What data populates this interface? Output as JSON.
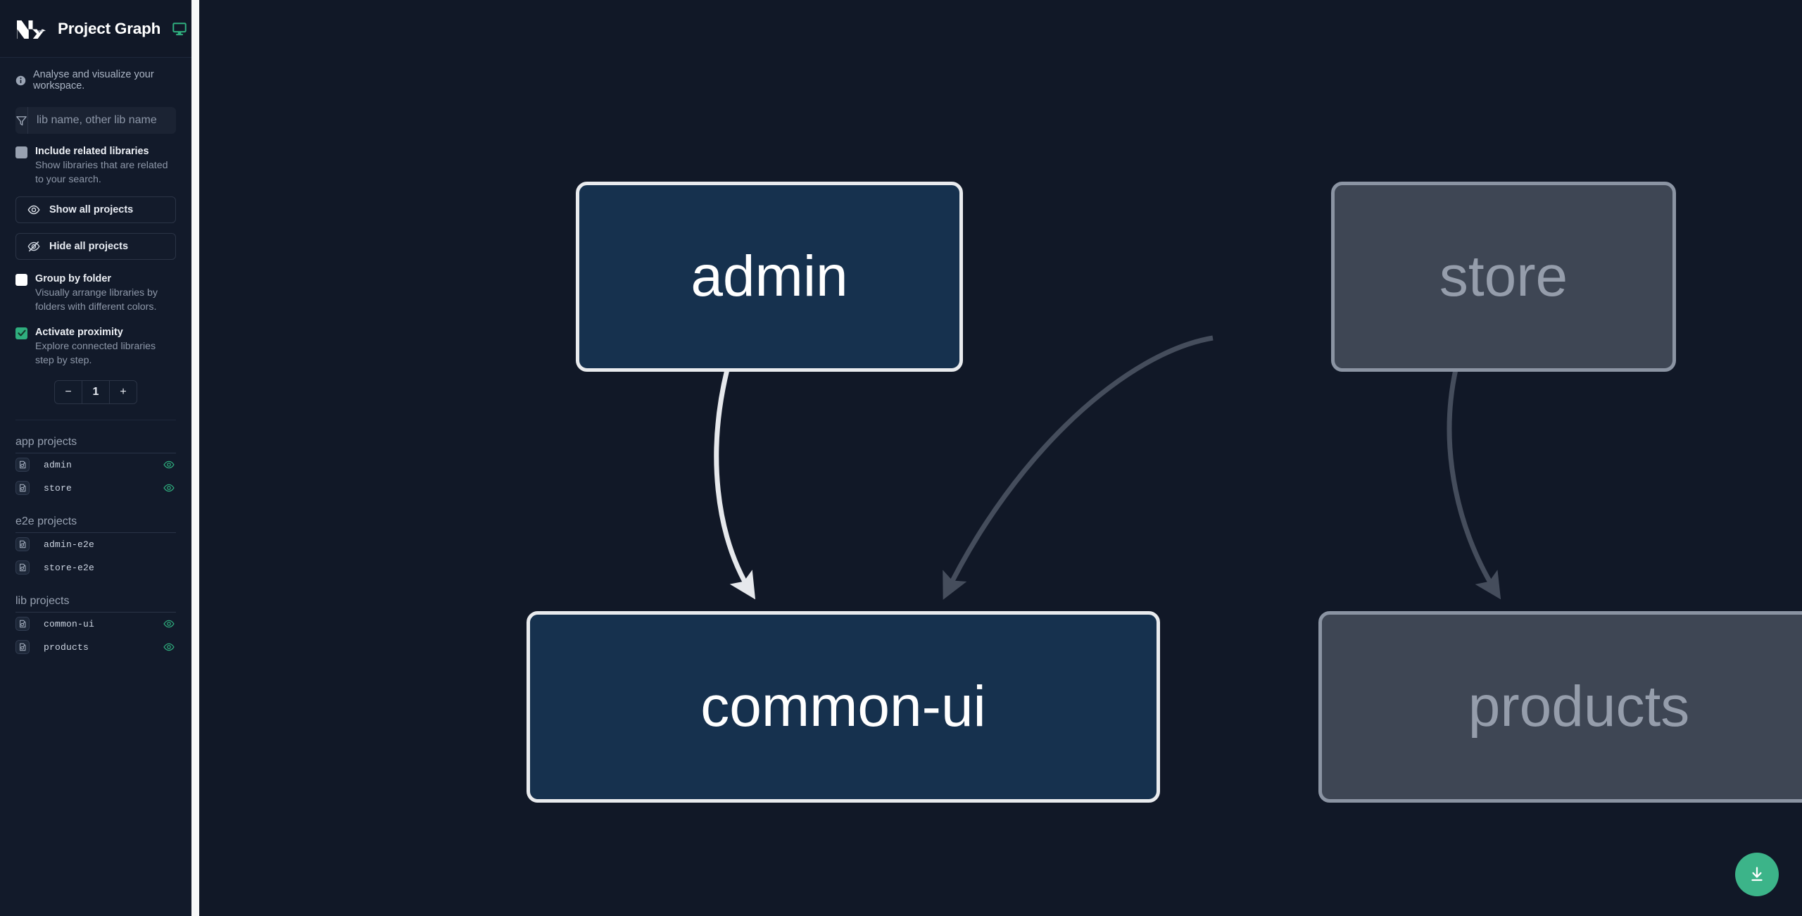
{
  "header": {
    "logo_alt": "Nx",
    "title": "Project Graph",
    "monitor_icon": "monitor-icon"
  },
  "tagline": {
    "icon": "info-icon",
    "text": "Analyse and visualize your workspace."
  },
  "search": {
    "icon": "funnel-icon",
    "placeholder": "lib name, other lib name",
    "value": ""
  },
  "options": [
    {
      "id": "include-related-libraries",
      "label": "Include related libraries",
      "description": "Show libraries that are related to your search.",
      "checked": false,
      "box_style": "grey"
    },
    {
      "id": "group-by-folder",
      "label": "Group by folder",
      "description": "Visually arrange libraries by folders with different colors.",
      "checked": false,
      "box_style": "white"
    },
    {
      "id": "activate-proximity",
      "label": "Activate proximity",
      "description": "Explore connected libraries step by step.",
      "checked": true,
      "box_style": "green"
    }
  ],
  "buttons": {
    "show_all": {
      "label": "Show all projects",
      "icon": "eye-icon"
    },
    "hide_all": {
      "label": "Hide all projects",
      "icon": "eye-off-icon"
    }
  },
  "stepper": {
    "decrement_label": "−",
    "value": "1",
    "increment_label": "+"
  },
  "project_groups": [
    {
      "title": "app projects",
      "projects": [
        {
          "name": "admin",
          "visible": true
        },
        {
          "name": "store",
          "visible": true
        }
      ]
    },
    {
      "title": "e2e projects",
      "projects": [
        {
          "name": "admin-e2e",
          "visible": false
        },
        {
          "name": "store-e2e",
          "visible": false
        }
      ]
    },
    {
      "title": "lib projects",
      "projects": [
        {
          "name": "common-ui",
          "visible": true
        },
        {
          "name": "products",
          "visible": true
        }
      ]
    }
  ],
  "graph": {
    "nodes": [
      {
        "id": "admin",
        "label": "admin",
        "state": "focused"
      },
      {
        "id": "store",
        "label": "store",
        "state": "dim"
      },
      {
        "id": "common-ui",
        "label": "common-ui",
        "state": "focused"
      },
      {
        "id": "products",
        "label": "products",
        "state": "dim"
      }
    ],
    "edges": [
      {
        "from": "admin",
        "to": "common-ui",
        "state": "focused"
      },
      {
        "from": "store",
        "to": "common-ui",
        "state": "dim"
      },
      {
        "from": "store",
        "to": "products",
        "state": "dim"
      }
    ]
  },
  "download_button": {
    "icon": "download-icon",
    "label": "Download graph image"
  },
  "colors": {
    "accent_green": "#3cb489",
    "checkbox_green": "#2fae7e",
    "sidebar_bg": "#121a2a",
    "graph_bg": "#111827",
    "node_focused_fill": "#16314e",
    "node_focused_border": "#e9ebee",
    "node_dim_fill": "#3e4654",
    "node_dim_border": "#8b94a3",
    "edge_focused": "#e6e8ec",
    "edge_dim": "#454d5c",
    "resize_handle": "#f7f8f9"
  }
}
